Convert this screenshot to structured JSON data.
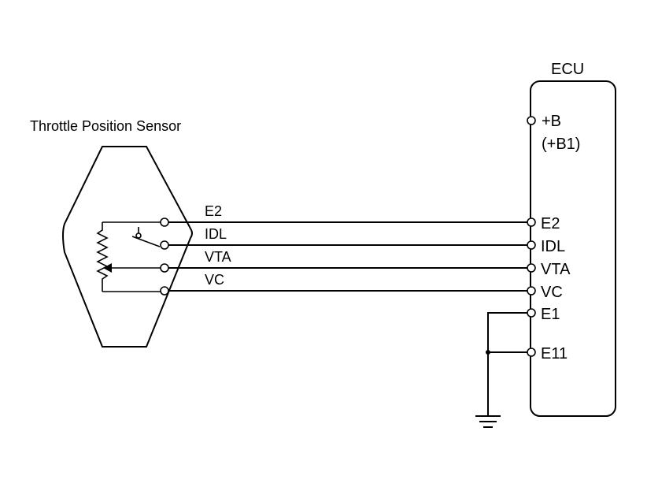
{
  "sensor": {
    "title": "Throttle Position Sensor",
    "pins": [
      "E2",
      "IDL",
      "VTA",
      "VC"
    ]
  },
  "ecu": {
    "title": "ECU",
    "power_pin": "+B",
    "power_pin_alt": "(+B1)",
    "pins": [
      "E2",
      "IDL",
      "VTA",
      "VC"
    ],
    "ground_pins": [
      "E1",
      "E11"
    ]
  }
}
